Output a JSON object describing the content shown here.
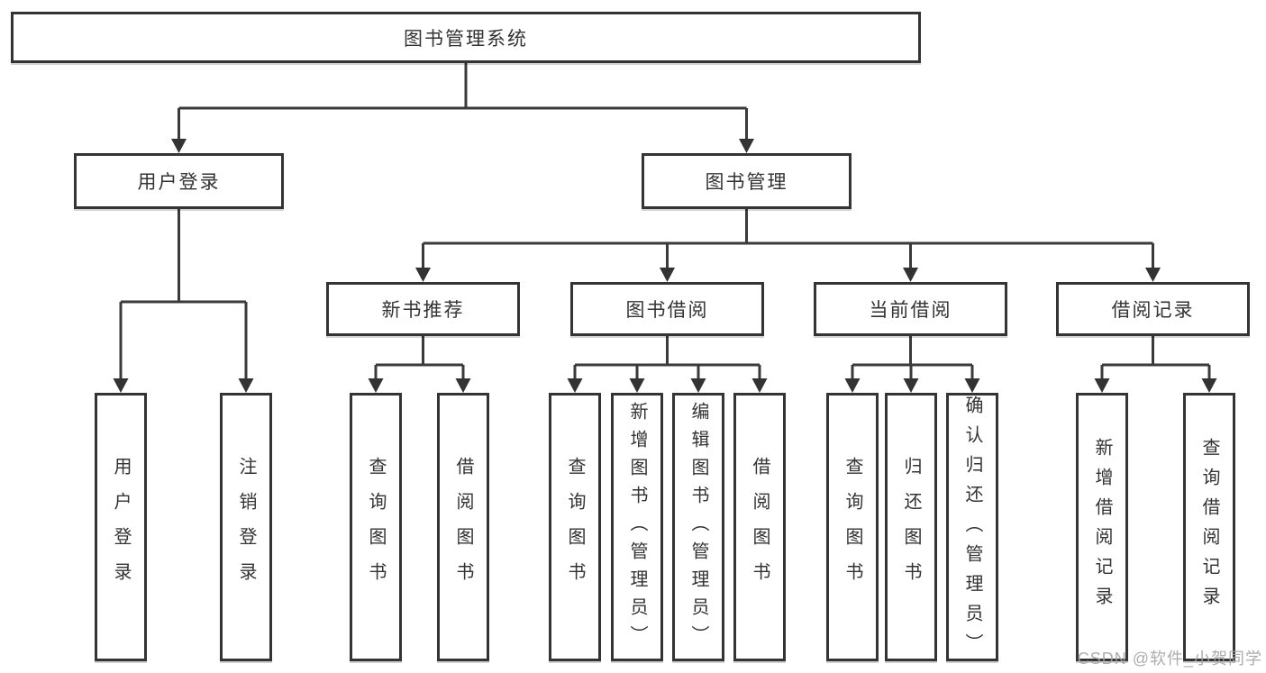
{
  "diagram": {
    "root": "图书管理系统",
    "user_login": {
      "label": "用户登录",
      "children": [
        "用户登录",
        "注销登录"
      ]
    },
    "book_mgmt": {
      "label": "图书管理",
      "modules": [
        {
          "label": "新书推荐",
          "children": [
            "查询图书",
            "借阅图书"
          ]
        },
        {
          "label": "图书借阅",
          "children": [
            "查询图书",
            "新增图书（管理员）",
            "编辑图书（管理员）",
            "借阅图书"
          ]
        },
        {
          "label": "当前借阅",
          "children": [
            "查询图书",
            "归还图书",
            "确认归还（管理员）"
          ]
        },
        {
          "label": "借阅记录",
          "children": [
            "新增借阅记录",
            "查询借阅记录"
          ]
        }
      ]
    }
  },
  "watermark": "CSDN @软件_小贺同学"
}
